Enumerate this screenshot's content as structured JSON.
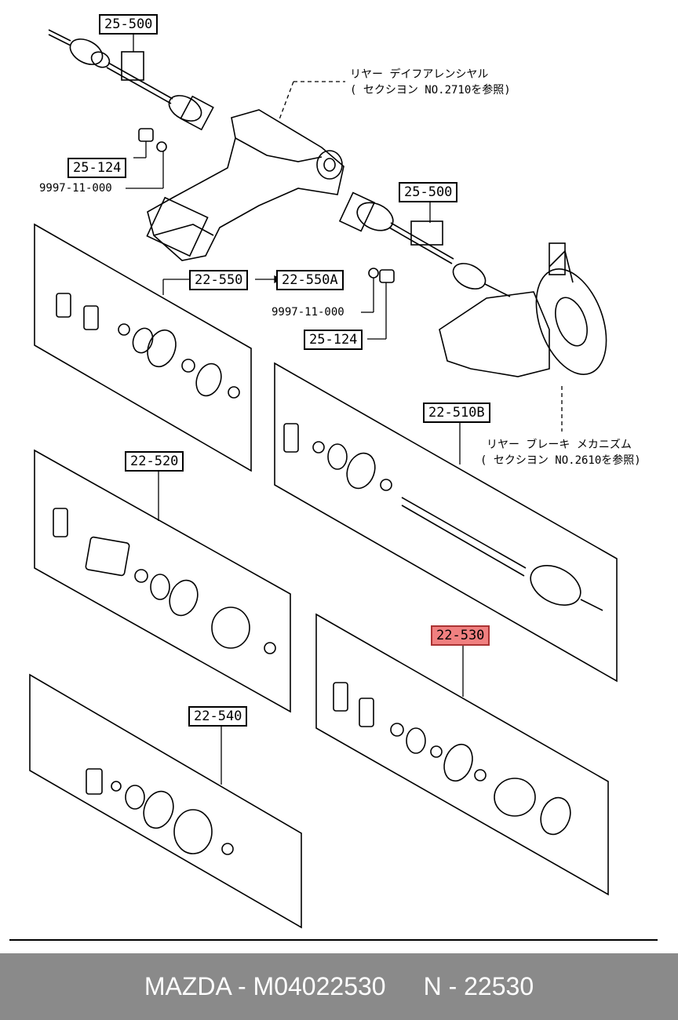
{
  "callouts": {
    "c25500_top": "25-500",
    "c25124_top": "25-124",
    "c99971100_top": "9997-11-000",
    "c25500_mid": "25-500",
    "c22550": "22-550",
    "c22550A": "22-550A",
    "c99971100_mid": "9997-11-000",
    "c25124_mid": "25-124",
    "c22510B": "22-510B",
    "c22520": "22-520",
    "c22530": "22-530",
    "c22540": "22-540"
  },
  "notes": {
    "rear_diff_line1": "リヤー デイフアレンシヤル",
    "rear_diff_line2": "( セクシヨン NO.2710を参照)",
    "rear_brake_line1": "リヤー ブレーキ メカニズム",
    "rear_brake_line2": "( セクシヨン NO.2610を参照)"
  },
  "footer": {
    "brand_part": "MAZDA - M04022530",
    "ref": "N - 22530"
  },
  "colors": {
    "highlight": "#f08080",
    "footer_bg": "#8a8a8a",
    "footer_text": "#ffffff"
  }
}
